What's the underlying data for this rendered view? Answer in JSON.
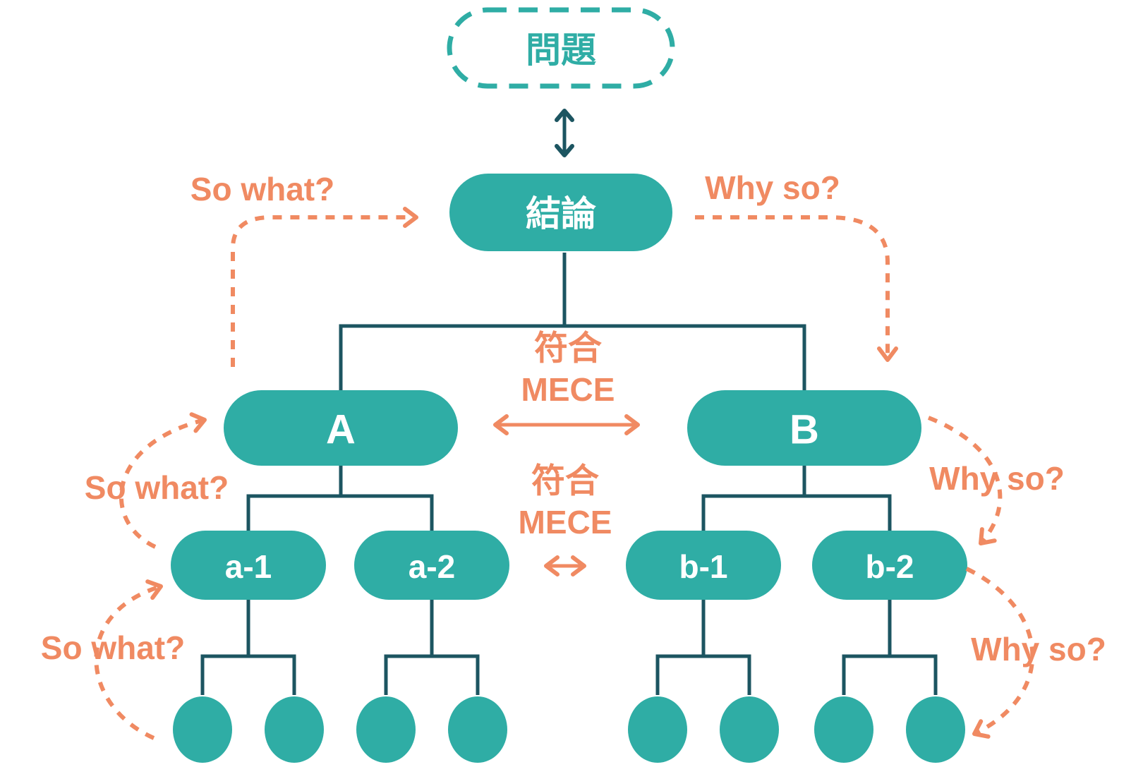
{
  "diagram_title": "MECE pyramid logic tree",
  "nodes": {
    "problem": {
      "label": "問題"
    },
    "conclusion": {
      "label": "結論"
    },
    "branches": [
      {
        "label": "A"
      },
      {
        "label": "B"
      }
    ],
    "subbranches": [
      {
        "label": "a-1"
      },
      {
        "label": "a-2"
      },
      {
        "label": "b-1"
      },
      {
        "label": "b-2"
      }
    ]
  },
  "annotations": {
    "so_what": "So what?",
    "why_so": "Why so?",
    "mece": {
      "line1": "符合",
      "line2": "MECE"
    }
  },
  "colors": {
    "teal_node": "#2FADA5",
    "dark_line": "#1C5561",
    "orange": "#F08A62",
    "node_text": "#FFFFFF",
    "background": "#FFFFFF"
  }
}
